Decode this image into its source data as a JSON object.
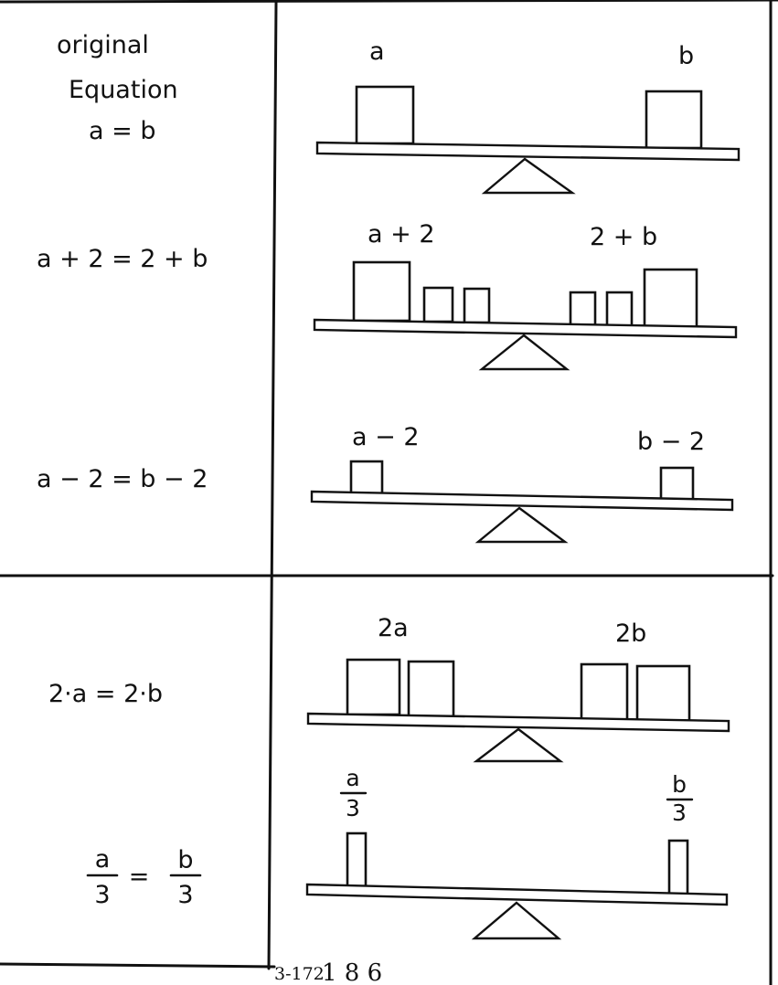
{
  "rows": [
    {
      "equation_lines": [
        "original",
        "Equation",
        "a = b"
      ],
      "left_label": "a",
      "right_label": "b"
    },
    {
      "equation": "a + 2 = 2 + b",
      "left_label": "a + 2",
      "right_label": "2 + b"
    },
    {
      "equation": "a − 2 = b − 2",
      "left_label": "a − 2",
      "right_label": "b − 2"
    },
    {
      "equation": "2·a = 2·b",
      "left_label": "2a",
      "right_label": "2b"
    },
    {
      "equation": {
        "left_num": "a",
        "left_den": "3",
        "eq": "=",
        "right_num": "b",
        "right_den": "3"
      },
      "left_label": {
        "num": "a",
        "den": "3"
      },
      "right_label": {
        "num": "b",
        "den": "3"
      }
    }
  ],
  "page_number": "3-172",
  "page_stamp": "1 8 6"
}
